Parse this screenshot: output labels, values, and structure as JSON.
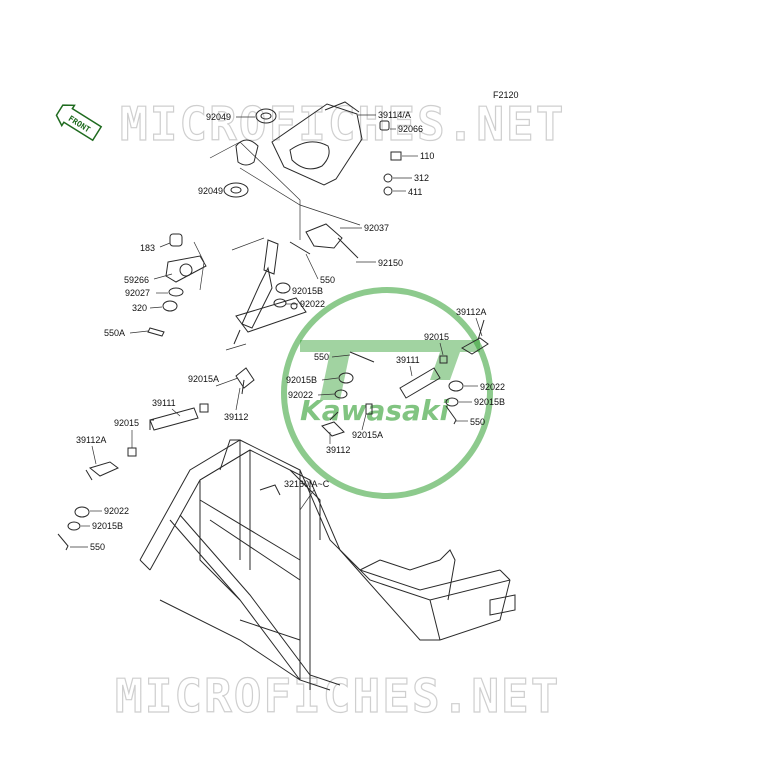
{
  "figure_code": "F2120",
  "front_badge": "FRONT",
  "watermark_text": "MICROFICHES.NET",
  "logo": {
    "text": "Kawasaki",
    "color": "#2f9e2f"
  },
  "colors": {
    "logo_green": "#2f9e2f",
    "badge_green": "#1f6b1f",
    "watermark_gray": "#cfcfcf",
    "line": "#2a2a2a"
  },
  "part_labels": [
    "92049",
    "39114/A",
    "92066",
    "110",
    "312",
    "411",
    "92049",
    "92037",
    "92150",
    "183",
    "59266",
    "550",
    "92027",
    "92015B",
    "320",
    "92022",
    "550A",
    "39112A",
    "92015",
    "550",
    "39111",
    "92015A",
    "92015B",
    "92022",
    "92022",
    "92015B",
    "550",
    "39111",
    "39112",
    "92015A",
    "92015",
    "39112",
    "39112A",
    "32160/A~C",
    "92022",
    "92015B",
    "550"
  ]
}
